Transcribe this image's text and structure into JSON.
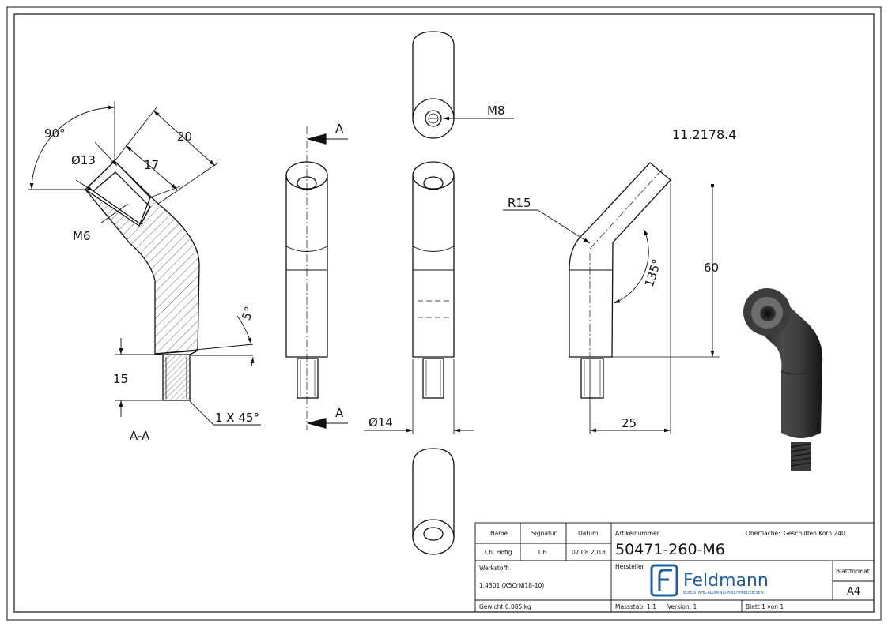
{
  "drawing_number": "11.2178.4",
  "section_label": "A-A",
  "section_marker": "A",
  "dimensions": {
    "angle_90": "90°",
    "dia_13": "Ø13",
    "len_20": "20",
    "len_17": "17",
    "thread_m6": "M6",
    "angle_5": "5°",
    "len_15": "15",
    "chamfer": "1 X 45°",
    "thread_m8": "M8",
    "dia_14": "Ø14",
    "radius_r15": "R15",
    "angle_135": "135°",
    "height_60": "60",
    "width_25": "25"
  },
  "title_block": {
    "hdr_name": "Name",
    "hdr_signatur": "Signatur",
    "hdr_datum": "Datum",
    "name": "Ch. Höfig",
    "signatur": "CH",
    "datum": "07.08.2018",
    "artikel_label": "Artikelnummer",
    "artikel_nr": "50471-260-M6",
    "oberflaeche_label": "Oberfläche:",
    "oberflaeche": "Geschliffen Korn 240",
    "werkstoff_label": "Werkstoff:",
    "werkstoff": "1.4301 (X5CrNi18-10)",
    "hersteller_label": "Hersteller",
    "brand": "Feldmann",
    "brand_tagline": "EDELSTAHL·ALUMINIUM·SCHMIEDEEISEN",
    "blattformat_label": "Blattformat",
    "blattformat": "A4",
    "gewicht": "Gewicht 0.085 kg",
    "massstab": "Massstab: 1:1",
    "version": "Version: 1",
    "blatt": "Blatt 1 von 1"
  },
  "colors": {
    "brand": "#1f5d9c",
    "line": "#111111",
    "steel_dark": "#2b2b2b",
    "steel_light": "#8a8a8a"
  }
}
